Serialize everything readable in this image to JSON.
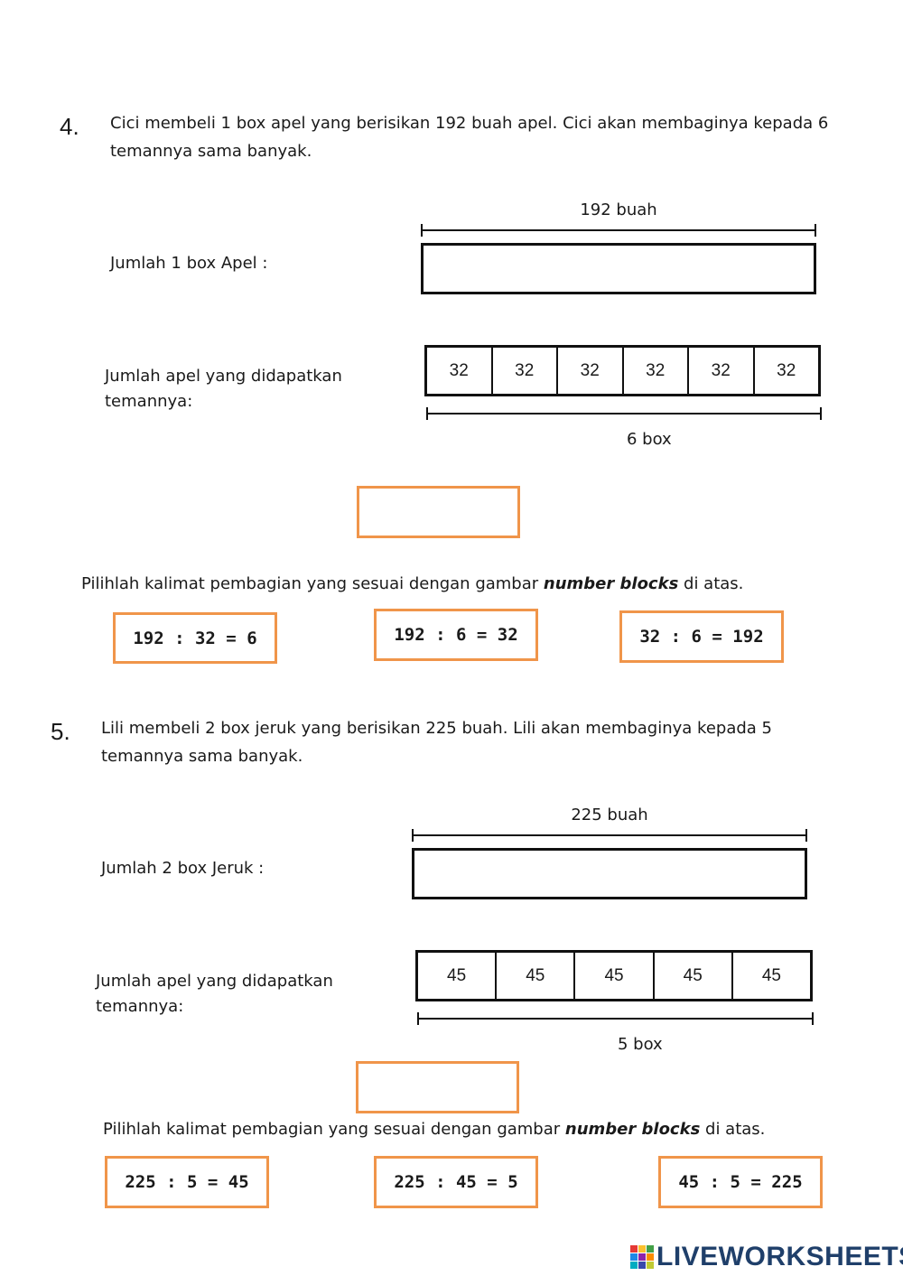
{
  "q4": {
    "number": "4.",
    "text": "Cici membeli 1 box apel yang berisikan 192 buah apel. Cici akan membaginya kepada 6 temannya sama banyak.",
    "total_label": "192 buah",
    "row1_label": "Jumlah 1 box Apel :",
    "row2_label": "Jumlah apel yang didapatkan temannya:",
    "blocks": [
      "32",
      "32",
      "32",
      "32",
      "32",
      "32"
    ],
    "count_label": "6 box",
    "answer_value": "",
    "instruction_pre": "Pilihlah kalimat pembagian yang sesuai dengan gambar ",
    "instruction_bold": "number blocks",
    "instruction_post": " di atas.",
    "choices": [
      "192 : 32 = 6",
      "192 : 6 = 32",
      "32 : 6 = 192"
    ]
  },
  "q5": {
    "number": "5.",
    "text": "Lili membeli 2 box jeruk yang berisikan 225 buah. Lili akan membaginya kepada 5 temannya sama banyak.",
    "total_label": "225 buah",
    "row1_label": "Jumlah 2 box Jeruk :",
    "row2_label": "Jumlah apel yang didapatkan temannya:",
    "blocks": [
      "45",
      "45",
      "45",
      "45",
      "45"
    ],
    "count_label": "5 box",
    "answer_value": "",
    "instruction_pre": "Pilihlah kalimat pembagian yang sesuai dengan gambar ",
    "instruction_bold": "number blocks",
    "instruction_post": " di atas.",
    "choices": [
      "225 : 5 = 45",
      "225 : 45 = 5",
      "45 : 5 = 225"
    ]
  },
  "logo": {
    "text": "LIVEWORKSHEETS",
    "colors": [
      "#e53935",
      "#fbc02d",
      "#43a047",
      "#1e88e5",
      "#8e24aa",
      "#fb8c00",
      "#00acc1",
      "#3949ab",
      "#c0ca33"
    ]
  },
  "accent_color": "#f0954a"
}
